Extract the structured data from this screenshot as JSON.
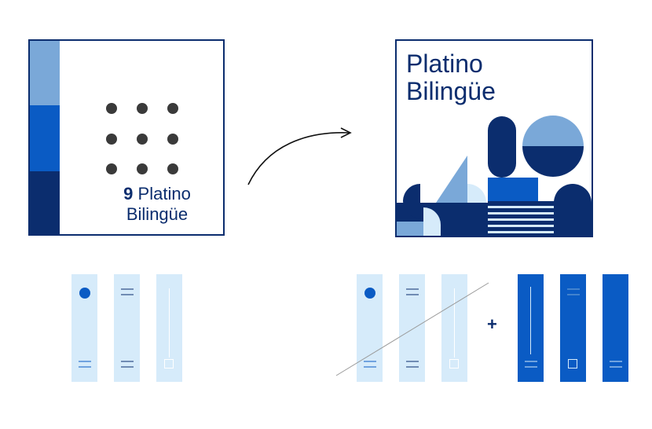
{
  "left_card": {
    "number": "9",
    "line1": "Platino",
    "line2": "Bilingüe"
  },
  "right_card": {
    "title_line1": "Platino",
    "title_line2": "Bilingüe"
  },
  "plus_symbol": "+",
  "colors": {
    "navy": "#0b2d6e",
    "mid_blue": "#0a5bc4",
    "light_blue": "#7aa8d8",
    "pale_blue": "#d6ebfa",
    "dot_gray": "#3a3a3a"
  },
  "icons": [
    "arrow-curve-icon",
    "dot-grid-icon",
    "plus-icon"
  ]
}
